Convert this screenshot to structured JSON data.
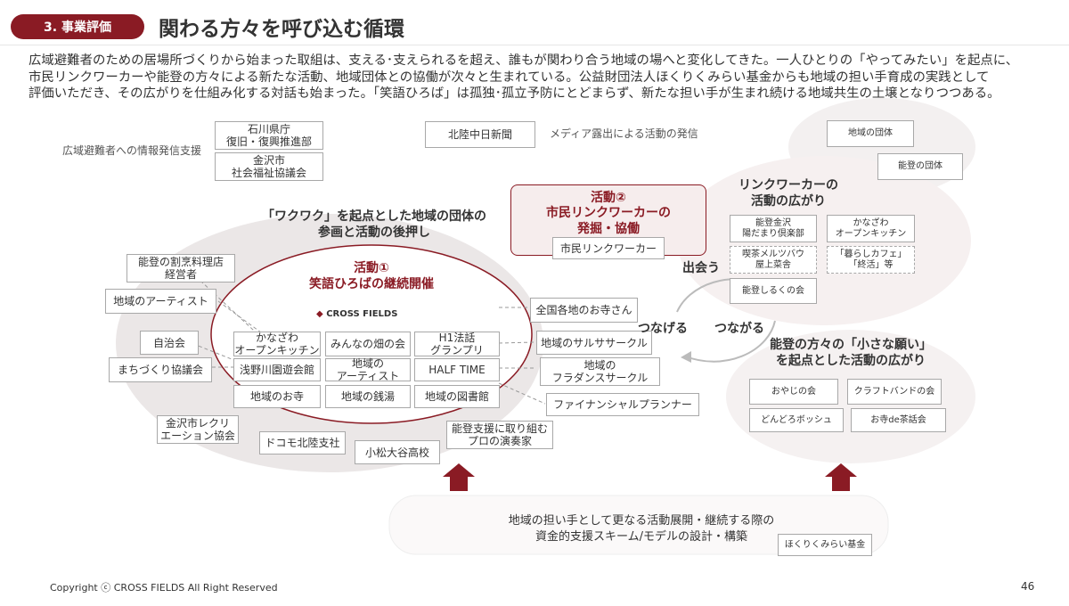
{
  "header": {
    "section_badge": "3. 事業評価",
    "title": "関わる方々を呼び込む循環"
  },
  "intro_lines": [
    "広域避難者のための居場所づくりから始まった取組は、支える･支えられるを超え、誰もが関わり合う地域の場へと変化してきた。一人ひとりの「やってみたい」を起点に、",
    "市民リンクワーカーや能登の方々による新たな活動、地域団体との協働が次々と生まれている。公益財団法人ほくりくみらい基金からも地域の担い手育成の実践として",
    "評価いただき、その広がりを仕組み化する対話も始まった。「笑語ひろば」は孤独･孤立予防にとどまらず、新たな担い手が生まれ続ける地域共生の土壌となりつつある。"
  ],
  "top_area": {
    "info_label": "広域避難者への情報発信支援",
    "boxes": [
      "石川県庁\n復旧・復興推進部",
      "金沢市\n社会福祉協議会",
      "北陸中日新聞"
    ],
    "media_label": "メディア露出による活動の発信"
  },
  "right_top": {
    "boxes": [
      "地域の団体",
      "能登の団体"
    ]
  },
  "left_cluster": {
    "heading": "「ワクワク」を起点とした地域の団体の\n参画と活動の後押し",
    "activity_title": "活動①",
    "activity_name": "笑語ひろばの継続開催",
    "logo": "CROSS FIELDS",
    "outer_left": [
      "能登の割烹料理店\n経営者",
      "地域のアーティスト",
      "自治会",
      "まちづくり協議会",
      "金沢市レクリ\nエーション協会"
    ],
    "outer_bottom": [
      "ドコモ北陸支社",
      "小松大谷高校",
      "能登支援に取り組む\nプロの演奏家"
    ],
    "inner": [
      "かなざわ\nオープンキッチン",
      "みんなの畑の会",
      "H1法話\nグランプリ",
      "浅野川園遊会館",
      "地域の\nアーティスト",
      "HALF TIME",
      "地域のお寺",
      "地域の銭湯",
      "地域の図書館"
    ],
    "outer_right": [
      "全国各地のお寺さん",
      "地域のサルササークル",
      "地域の\nフラダンスサークル",
      "ファイナンシャルプランナー"
    ]
  },
  "activity2": {
    "title": "活動②",
    "name": "市民リンクワーカーの\n発掘・協働",
    "sub_box": "市民リンクワーカー"
  },
  "cycle": {
    "meet": "出会う",
    "connect_left": "つなげる",
    "connect_right": "つながる"
  },
  "link_worker": {
    "heading": "リンクワーカーの\n活動の広がり",
    "boxes": [
      "能登金沢\n陽だまり倶楽部",
      "かなざわ\nオープンキッチン",
      "喫茶メルツバウ\n屋上菜舎",
      "「暮らしカフェ」\n「終活」等",
      "能登しるくの会"
    ]
  },
  "noto": {
    "heading": "能登の方々の「小さな願い」\nを起点とした活動の広がり",
    "boxes": [
      "おやじの会",
      "クラフトバンドの会",
      "どんどろボッシュ",
      "お寺de茶話会"
    ]
  },
  "bottom": {
    "line1": "地域の担い手として更なる活動展開・継続する際の",
    "line2": "資金的支援スキーム/モデルの設計・構築",
    "box": "ほくりくみらい基金"
  },
  "footer": {
    "copyright": "Copyright ⓒ CROSS FIELDS All Right  Reserved",
    "page": "46"
  },
  "colors": {
    "accent": "#8a1b24",
    "blob": "#efebeb",
    "light_pink": "#f5eeee"
  }
}
